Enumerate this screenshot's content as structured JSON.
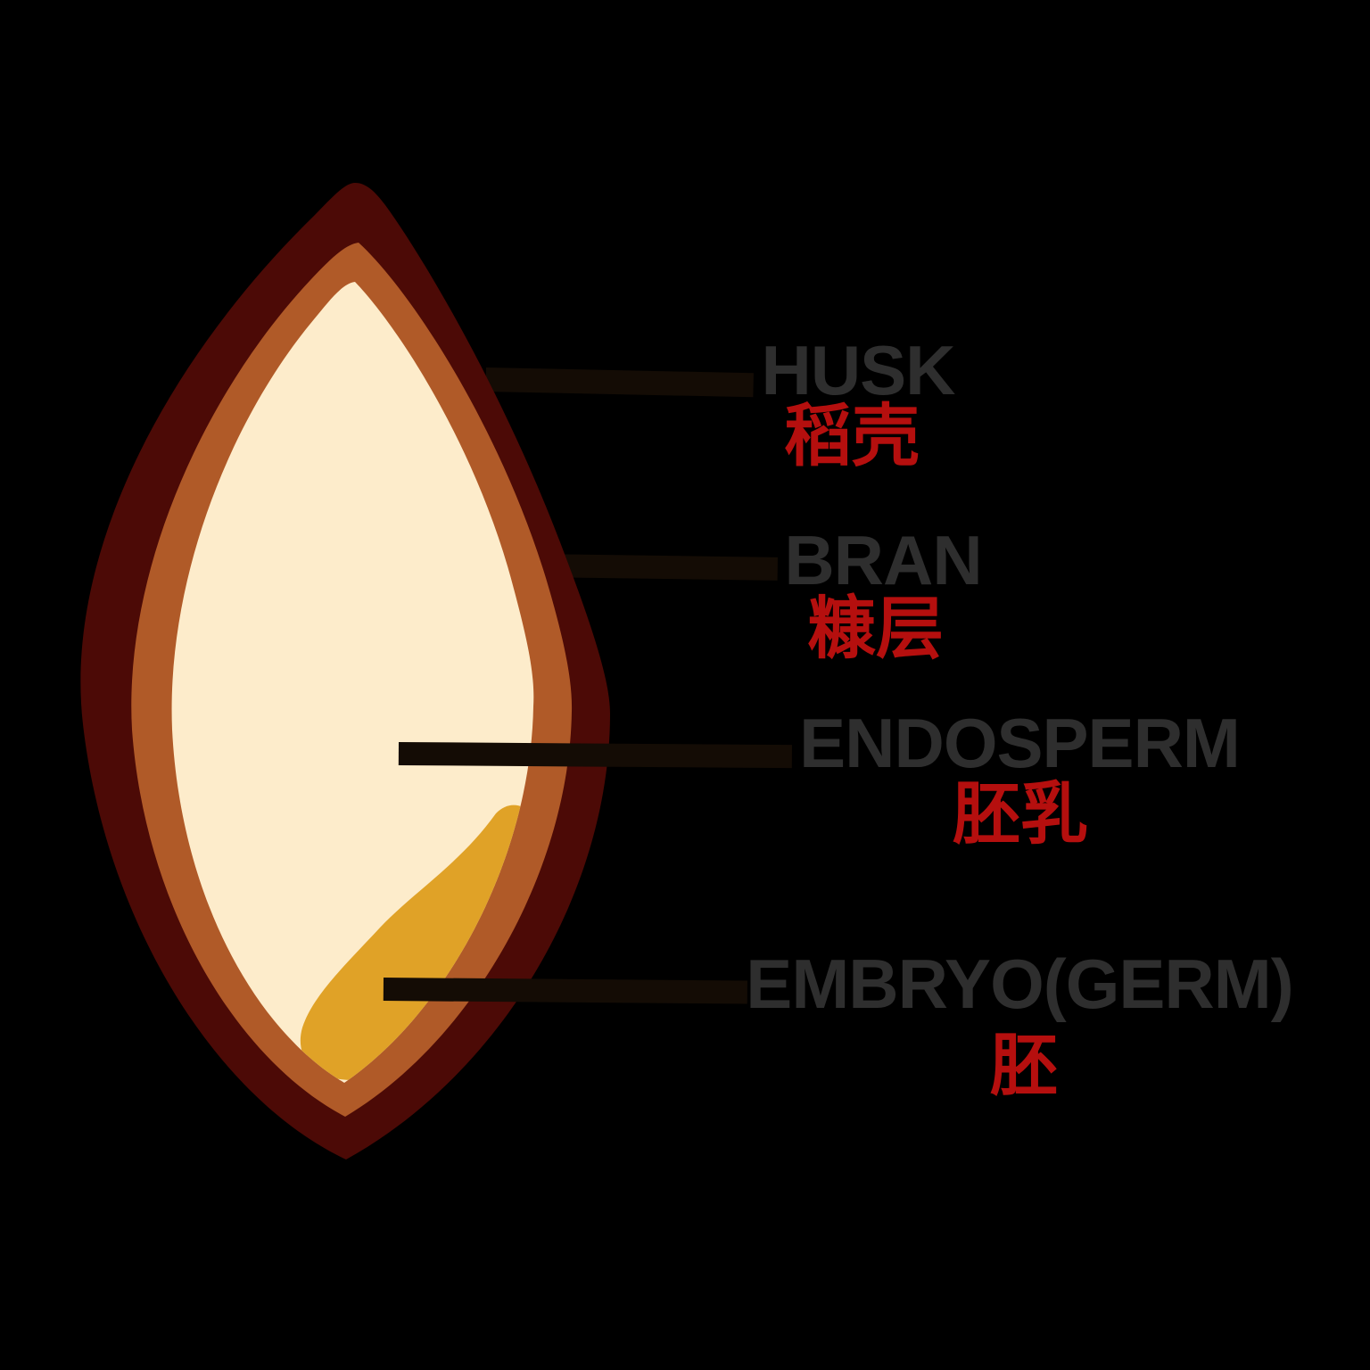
{
  "diagram": {
    "subject": "rice-grain-cross-section",
    "colors": {
      "background": "#000000",
      "husk": "#4c0a06",
      "bran": "#b05a28",
      "endosperm": "#fdeccb",
      "embryo": "#e0a227",
      "callout_line": "#140c05",
      "label_en": "#2e2e2e",
      "label_zh": "#b50f0e"
    },
    "labels": [
      {
        "id": "husk",
        "en": "HUSK",
        "zh": "稻壳"
      },
      {
        "id": "bran",
        "en": "BRAN",
        "zh": "糠层"
      },
      {
        "id": "endosperm",
        "en": "ENDOSPERM",
        "zh": "胚乳"
      },
      {
        "id": "embryo",
        "en": "EMBRYO(GERM)",
        "zh": "胚"
      }
    ]
  }
}
